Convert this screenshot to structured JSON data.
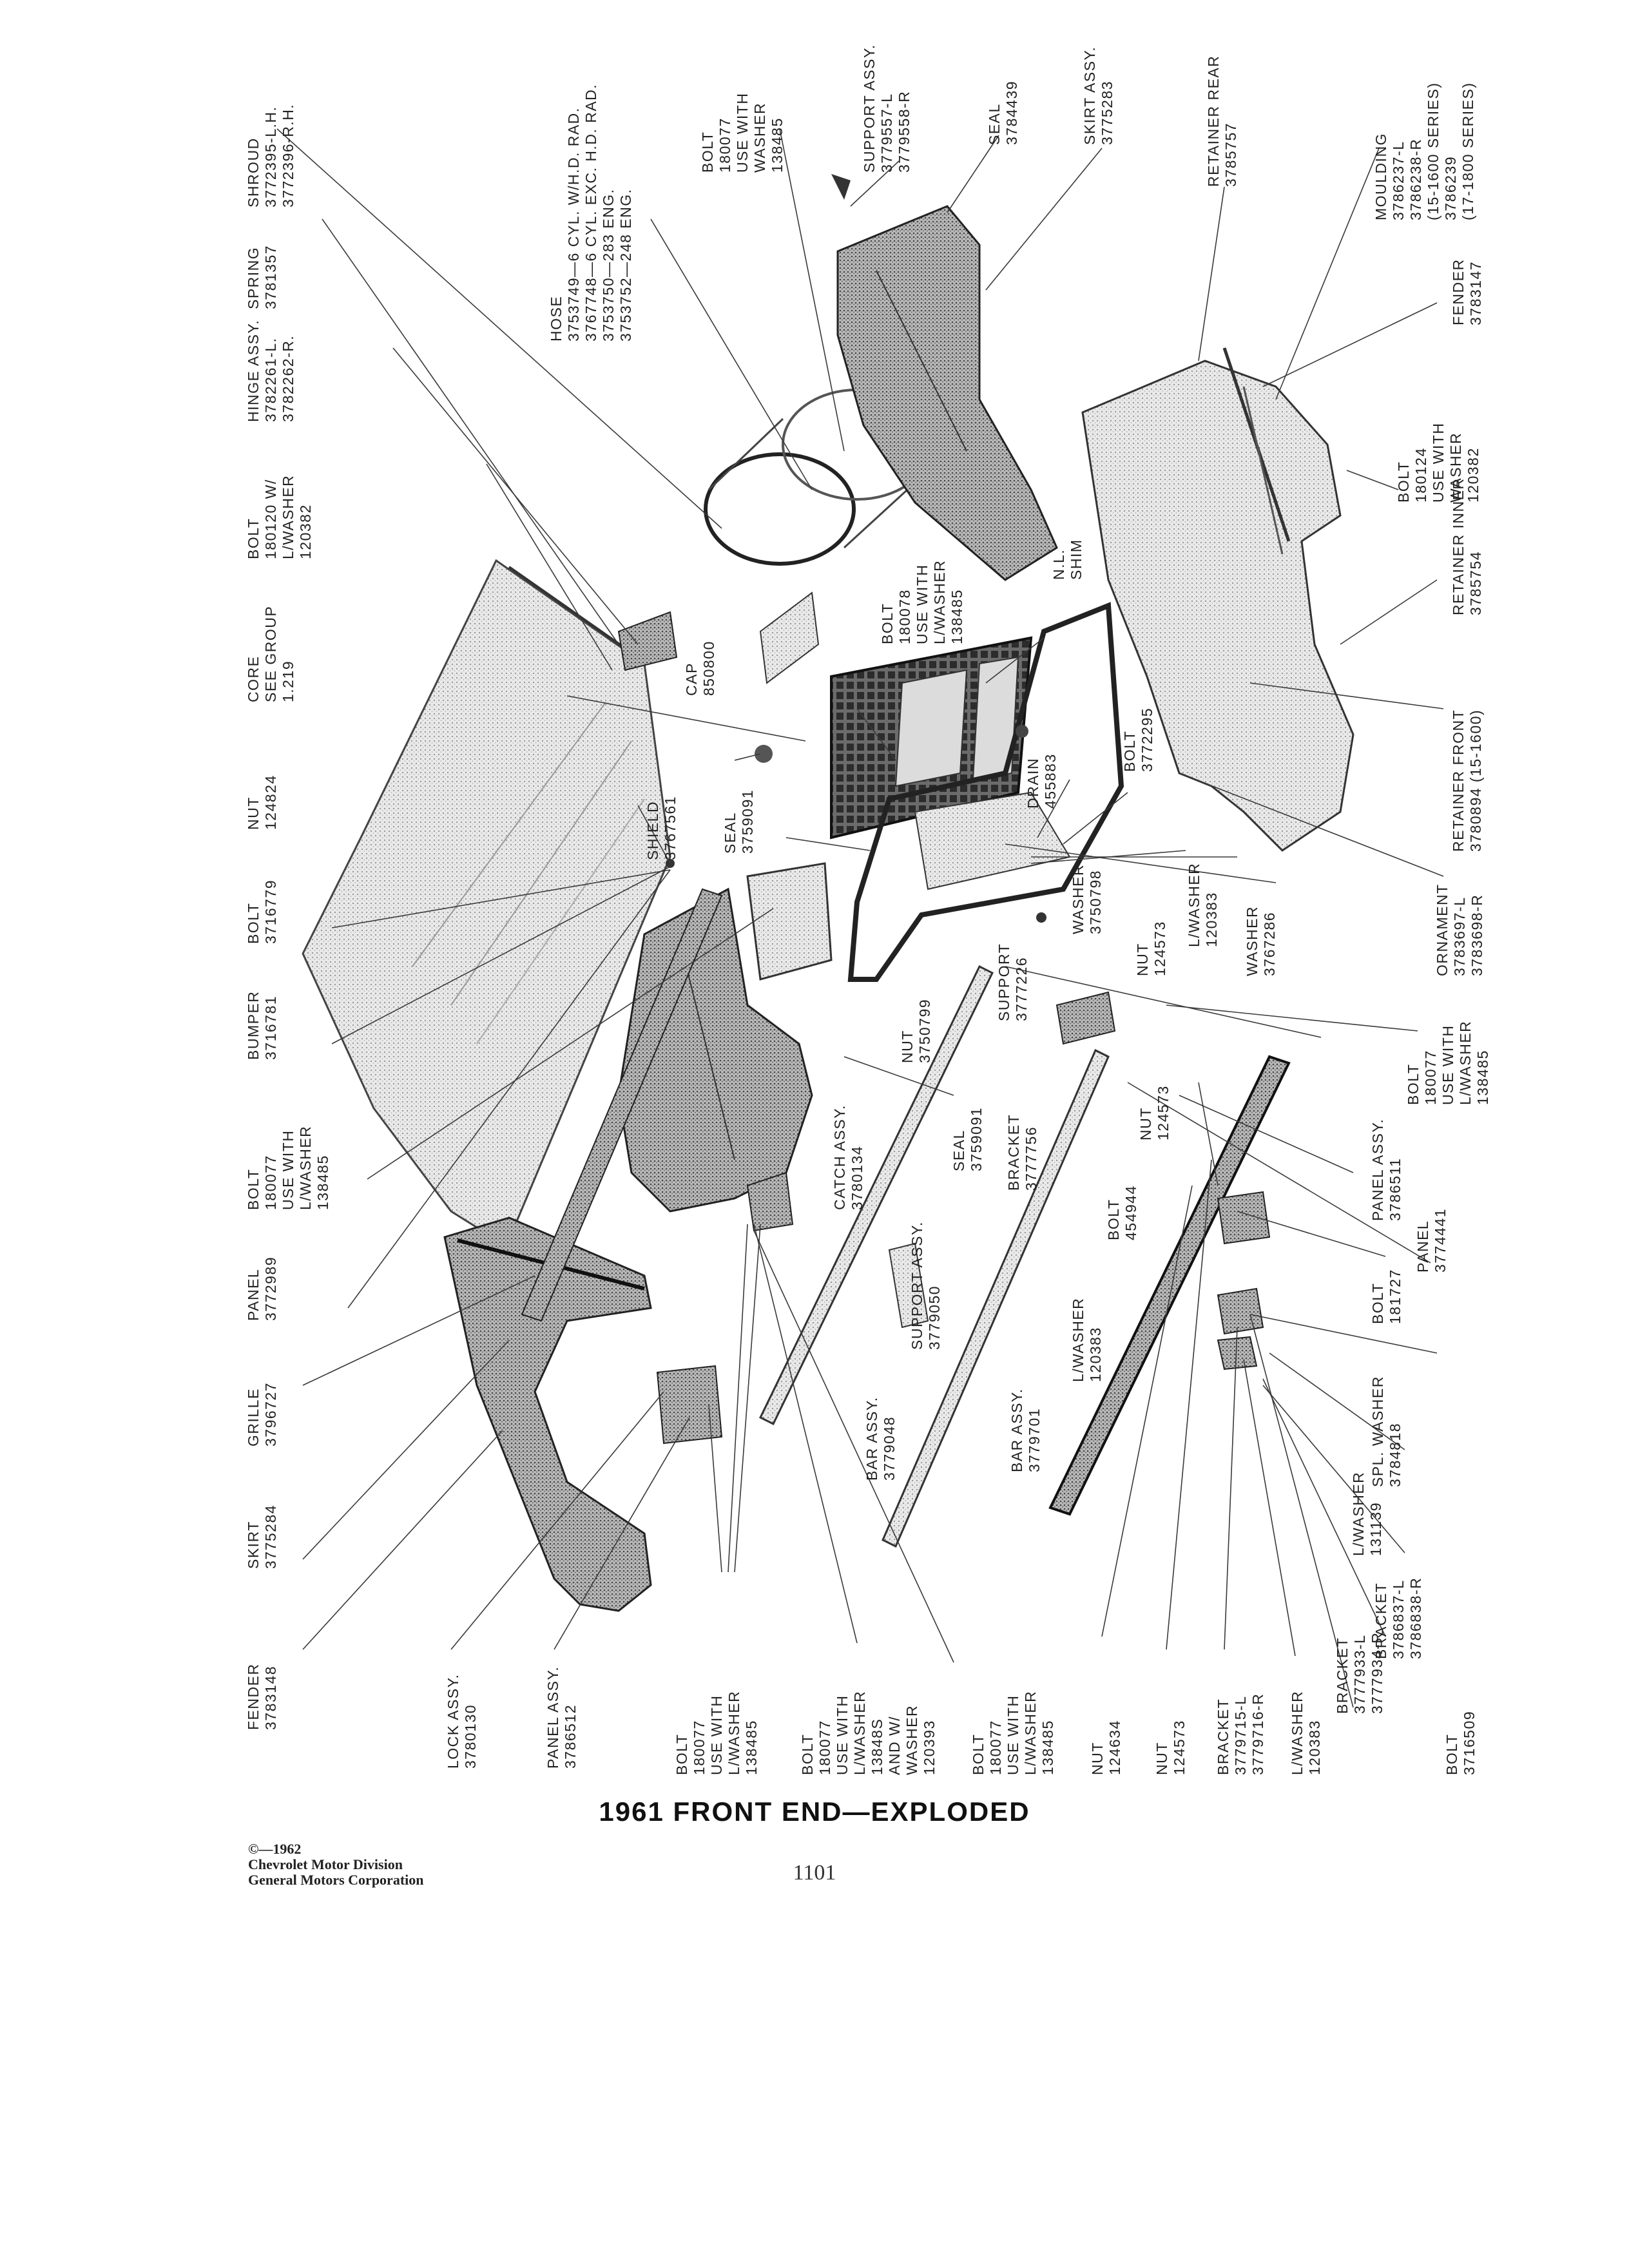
{
  "title": "1961 FRONT END—EXPLODED",
  "copyright": "©—1962\nChevrolet Motor Division\nGeneral Motors Corporation",
  "page_number": "1101",
  "labels": [
    {
      "id": "shroud",
      "text": "SHROUD\n3772395-L.H.\n3772396-R.H."
    },
    {
      "id": "spring",
      "text": "SPRING\n3781357"
    },
    {
      "id": "hinge",
      "text": "HINGE ASSY.\n3782261-L.\n3782262-R."
    },
    {
      "id": "bolt-180120",
      "text": "BOLT\n180120 W/\nL/WASHER\n120382"
    },
    {
      "id": "core",
      "text": "CORE\nSEE GROUP\n1.219"
    },
    {
      "id": "nut-124824",
      "text": "NUT\n124824"
    },
    {
      "id": "bolt-3716779",
      "text": "BOLT\n3716779"
    },
    {
      "id": "bumper",
      "text": "BUMPER\n3716781"
    },
    {
      "id": "bolt-180077-a",
      "text": "BOLT\n180077\nUSE WITH\nL/WASHER\n138485"
    },
    {
      "id": "panel-3772989",
      "text": "PANEL\n3772989"
    },
    {
      "id": "grille",
      "text": "GRILLE\n3796727"
    },
    {
      "id": "skirt-3775284",
      "text": "SKIRT\n3775284"
    },
    {
      "id": "fender-3783148",
      "text": "FENDER\n3783148"
    },
    {
      "id": "hose",
      "text": "HOSE\n3753749—6 CYL. W/H.D. RAD.\n3767748—6 CYL. EXC. H.D. RAD.\n3753750—283 ENG.\n3753752—248 ENG."
    },
    {
      "id": "bolt-180077-b",
      "text": "BOLT\n180077\nUSE WITH\nWASHER\n138485"
    },
    {
      "id": "support-assy",
      "text": "SUPPORT ASSY.\n3779557-L\n3779558-R"
    },
    {
      "id": "seal-3784439",
      "text": "SEAL\n3784439"
    },
    {
      "id": "skirt-assy",
      "text": "SKIRT ASSY.\n3775283"
    },
    {
      "id": "retainer-rear",
      "text": "RETAINER REAR\n3785757"
    },
    {
      "id": "moulding",
      "text": "MOULDING\n3786237-L\n3786238-R\n(15-1600 SERIES)\n3786239\n(17-1800 SERIES)"
    },
    {
      "id": "fender-3783147",
      "text": "FENDER\n3783147"
    },
    {
      "id": "bolt-180124",
      "text": "BOLT\n180124\nUSE WITH\nWASHER\n120382"
    },
    {
      "id": "retainer-inner",
      "text": "RETAINER INNER\n3785754"
    },
    {
      "id": "nl-shim",
      "text": "N.L.\nSHIM"
    },
    {
      "id": "bolt-180078",
      "text": "BOLT\n180078\nUSE WITH\nL/WASHER\n138485"
    },
    {
      "id": "cap",
      "text": "CAP\n850800"
    },
    {
      "id": "shield",
      "text": "SHIELD\n3767561"
    },
    {
      "id": "seal-3759091-a",
      "text": "SEAL\n3759091"
    },
    {
      "id": "drain",
      "text": "DRAIN\n455883"
    },
    {
      "id": "bolt-3772295",
      "text": "BOLT\n3772295"
    },
    {
      "id": "retainer-front",
      "text": "RETAINER FRONT\n3780894 (15-1600)"
    },
    {
      "id": "ornament",
      "text": "ORNAMENT\n3783697-L\n3783698-R"
    },
    {
      "id": "washer-3767286",
      "text": "WASHER\n3767286"
    },
    {
      "id": "lwasher-120383-a",
      "text": "L/WASHER\n120383"
    },
    {
      "id": "nut-124573-a",
      "text": "NUT\n124573"
    },
    {
      "id": "washer-3750798",
      "text": "WASHER\n3750798"
    },
    {
      "id": "support-3777226",
      "text": "SUPPORT\n3777226"
    },
    {
      "id": "nut-3750799",
      "text": "NUT\n3750799"
    },
    {
      "id": "bolt-180077-c",
      "text": "BOLT\n180077\nUSE WITH\nL/WASHER\n138485"
    },
    {
      "id": "seal-3759091-b",
      "text": "SEAL\n3759091"
    },
    {
      "id": "bracket-3777756",
      "text": "BRACKET\n3777756"
    },
    {
      "id": "nut-124573-b",
      "text": "NUT\n124573"
    },
    {
      "id": "catch-assy",
      "text": "CATCH ASSY.\n3780134"
    },
    {
      "id": "panel-assy-3786511",
      "text": "PANEL ASSY.\n3786511"
    },
    {
      "id": "bolt-454944",
      "text": "BOLT\n454944"
    },
    {
      "id": "support-assy-3779050",
      "text": "SUPPORT ASSY.\n3779050"
    },
    {
      "id": "panel-3774441",
      "text": "PANEL\n3774441"
    },
    {
      "id": "lwasher-120383-b",
      "text": "L/WASHER\n120383"
    },
    {
      "id": "bolt-181727",
      "text": "BOLT\n181727"
    },
    {
      "id": "bar-assy-3779048",
      "text": "BAR ASSY.\n3779048"
    },
    {
      "id": "bar-assy-3779701",
      "text": "BAR ASSY.\n3779701"
    },
    {
      "id": "spl-washer",
      "text": "SPL. WASHER\n3784818"
    },
    {
      "id": "lwasher-131139",
      "text": "L/WASHER\n131139"
    },
    {
      "id": "bracket-3786837",
      "text": "BRACKET\n3786837-L\n3786838-R"
    },
    {
      "id": "bracket-3777933",
      "text": "BRACKET\n3777933-L\n3777934-R"
    },
    {
      "id": "lock-assy",
      "text": "LOCK ASSY.\n3780130"
    },
    {
      "id": "panel-assy-3786512",
      "text": "PANEL ASSY.\n3786512"
    },
    {
      "id": "bolt-180077-d",
      "text": "BOLT\n180077\nUSE WITH\nL/WASHER\n138485"
    },
    {
      "id": "bolt-180077-e",
      "text": "BOLT\n180077\nUSE WITH\nL/WASHER\n13848S\nAND W/\nWASHER\n120393"
    },
    {
      "id": "bolt-180077-f",
      "text": "BOLT\n180077\nUSE WITH\nL/WASHER\n138485"
    },
    {
      "id": "nut-124634",
      "text": "NUT\n124634"
    },
    {
      "id": "nut-124573-c",
      "text": "NUT\n124573"
    },
    {
      "id": "bracket-3779715",
      "text": "BRACKET\n3779715-L\n3779716-R"
    },
    {
      "id": "lwasher-120383-c",
      "text": "L/WASHER\n120383"
    },
    {
      "id": "bolt-3716509",
      "text": "BOLT\n3716509"
    }
  ]
}
